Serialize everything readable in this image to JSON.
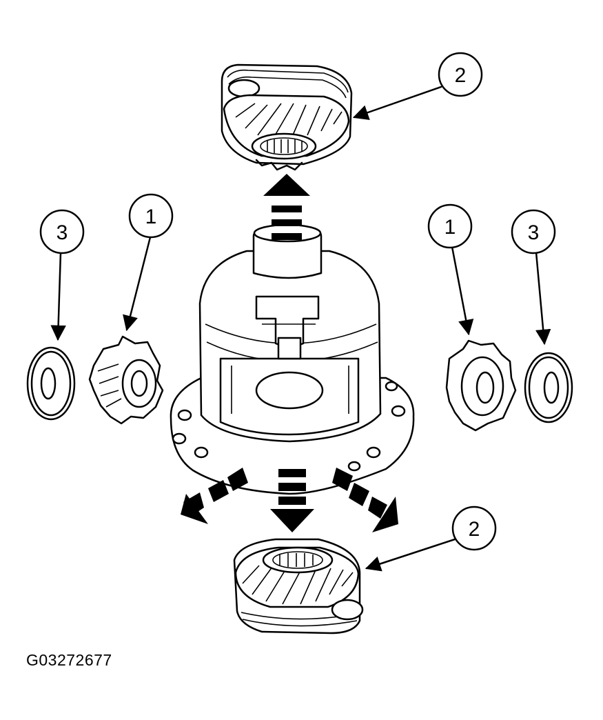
{
  "callouts": {
    "c2_top": "2",
    "c1_left": "1",
    "c3_left": "3",
    "c1_right": "1",
    "c3_right": "3",
    "c2_bottom": "2"
  },
  "figure_id": "G03272677",
  "colors": {
    "line": "#000000",
    "background": "#ffffff"
  }
}
